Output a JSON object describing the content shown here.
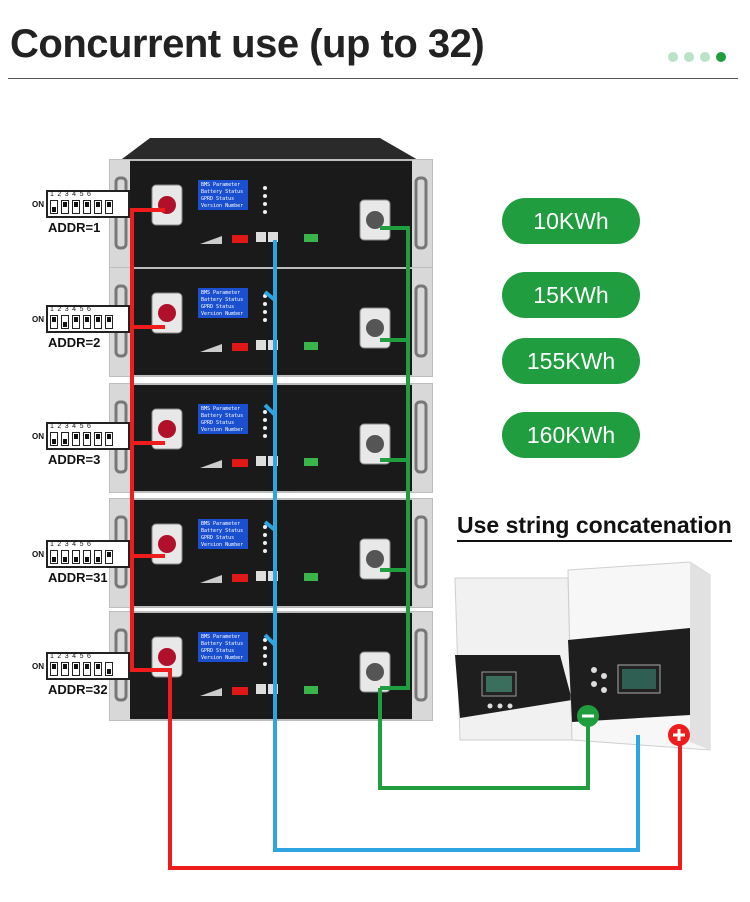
{
  "title": "Concurrent use (up to 32)",
  "subtitle": "Use string concatenation",
  "capacities": [
    "10KWh",
    "15KWh",
    "155KWh",
    "160KWh"
  ],
  "colors": {
    "green": "#1f9d3f",
    "red": "#ee1c1c",
    "blue": "#2ea4e0",
    "dot_light": "#b9e3c6",
    "dot_dark": "#1f9d3f"
  },
  "addresses": [
    {
      "label": "ADDR=1",
      "on_label": "ON",
      "switch_numbers": "123456"
    },
    {
      "label": "ADDR=2",
      "on_label": "ON",
      "switch_numbers": "123456"
    },
    {
      "label": "ADDR=3",
      "on_label": "ON",
      "switch_numbers": "123456"
    },
    {
      "label": "ADDR=31",
      "on_label": "ON",
      "switch_numbers": "123456"
    },
    {
      "label": "ADDR=32",
      "on_label": "ON",
      "switch_numbers": "123456"
    }
  ],
  "lcd_menu": [
    "BMS Parameter",
    "Battery Status",
    "GPRD Status",
    "Version Number"
  ],
  "inverter": {
    "minus_symbol": "−",
    "plus_symbol": "+"
  },
  "icons": [
    "battery-module-icon",
    "inverter-icon",
    "negative-terminal-icon",
    "positive-terminal-icon",
    "dip-switch-icon"
  ]
}
